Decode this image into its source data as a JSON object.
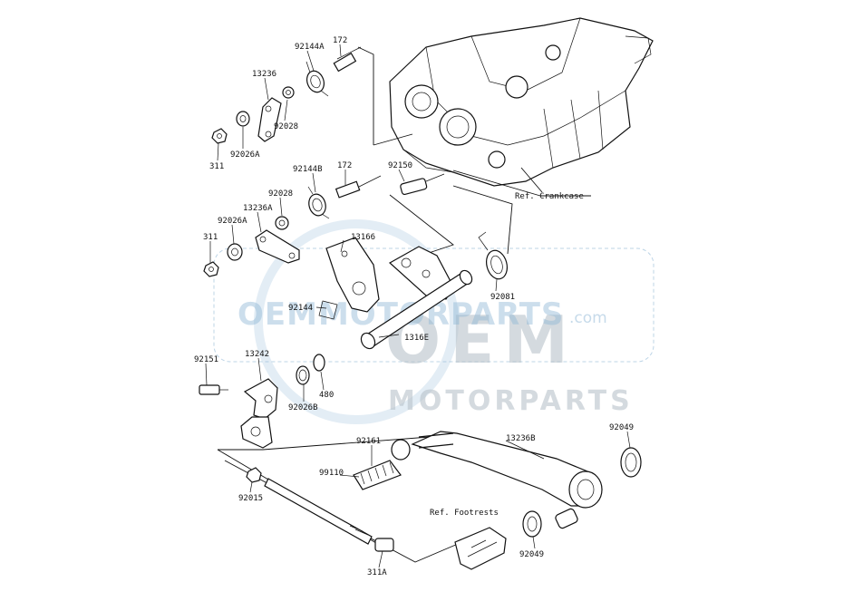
{
  "labels": {
    "l92144A": "92144A",
    "l172a": "172",
    "l13236": "13236",
    "l92028a": "92028",
    "l311a": "311",
    "l92026A_a": "92026A",
    "l92144B": "92144B",
    "l172b": "172",
    "l92150": "92150",
    "l92028b": "92028",
    "l13236A": "13236A",
    "l92026A_b": "92026A",
    "l311b": "311",
    "l13166": "13166",
    "l92081": "92081",
    "l92144": "92144",
    "l1316E": "1316E",
    "l92151": "92151",
    "l13242": "13242",
    "l92026B": "92026B",
    "l480": "480",
    "l92161": "92161",
    "l13236B": "13236B",
    "l92049a": "92049",
    "l99110": "99110",
    "l92015": "92015",
    "l92049b": "92049",
    "l311A": "311A"
  },
  "refs": {
    "crankcase": "Ref. Crankcase",
    "footrests": "Ref. Footrests"
  },
  "watermark": {
    "site": "OEMMOTORPARTS",
    "tld": ".com",
    "brand": "MOTORPARTS",
    "logo": "OEM"
  },
  "colors": {
    "watermark_blue": "#8fb7d6",
    "watermark_gray": "#b9c3ca",
    "line": "#111111"
  }
}
